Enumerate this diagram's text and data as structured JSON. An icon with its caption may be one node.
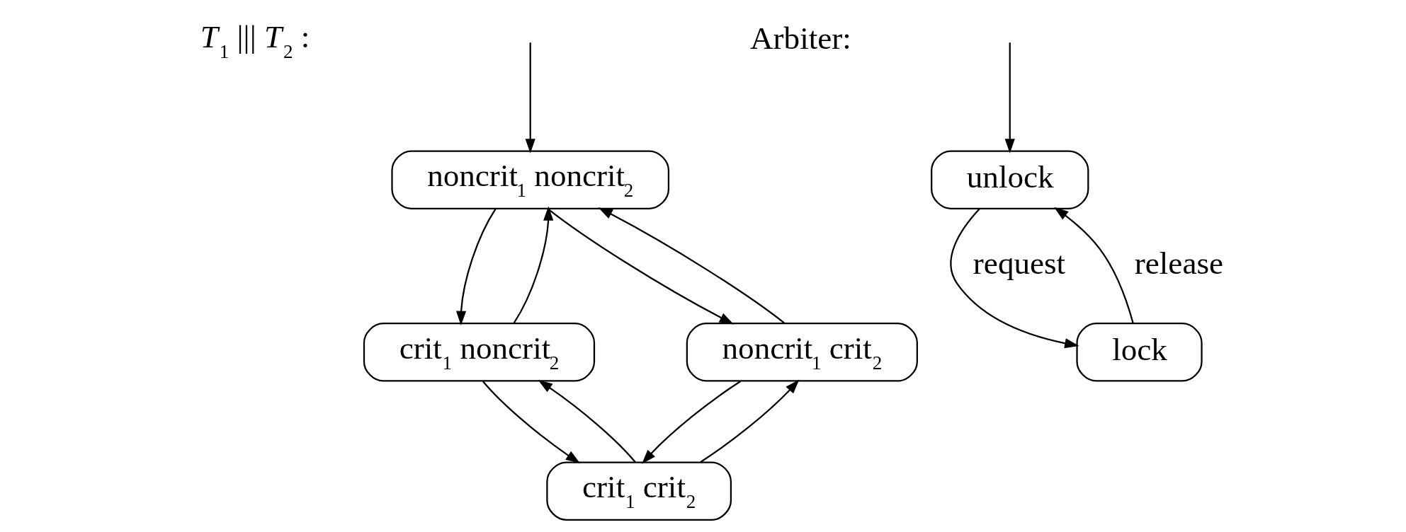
{
  "diagram": {
    "nodes": [
      {
        "text": [
          "noncrit$_{1}$ noncrit$_{2}$"
        ]
      },
      {
        "text": [
          "crit$_{1}$ noncrit$_{2}$"
        ]
      },
      {
        "text": [
          "noncrit$_{1}$ crit$_{2}$"
        ]
      },
      {
        "text": [
          "crit$_{1}$ crit$_{2}$"
        ]
      },
      {
        "text": [
          "unlock"
        ]
      },
      {
        "text": [
          "lock"
        ]
      }
    ],
    "edges": [
      {
        "from": null,
        "to": 0,
        "arrow": "to"
      },
      {
        "from": 0,
        "to": 1,
        "arrow": "to"
      },
      {
        "from": 1,
        "to": 0,
        "arrow": "to"
      },
      {
        "from": 0,
        "to": 2,
        "arrow": "to"
      },
      {
        "from": 2,
        "to": 0,
        "arrow": "to"
      },
      {
        "from": 1,
        "to": 3,
        "arrow": "to"
      },
      {
        "from": 3,
        "to": 1,
        "arrow": "to"
      },
      {
        "from": 3,
        "to": 2,
        "arrow": "to"
      },
      {
        "from": 2,
        "to": 3,
        "arrow": "to"
      },
      {
        "from": null,
        "to": 4,
        "arrow": "to"
      },
      {
        "from": 4,
        "to": 5,
        "arrow": "to",
        "label": "request"
      },
      {
        "from": 5,
        "to": 4,
        "arrow": "to",
        "label": "release"
      }
    ],
    "labels": [
      "*T*$_{1}$ ||| *T*$_{2}$ :",
      "Arbiter:"
    ]
  }
}
